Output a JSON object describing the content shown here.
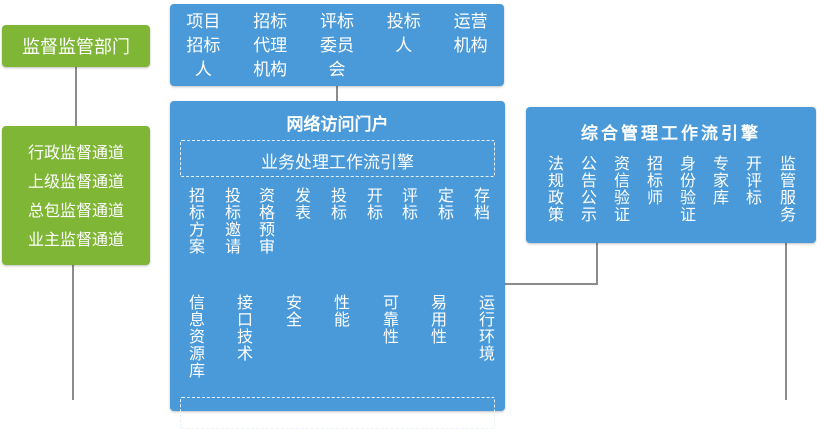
{
  "supervision": {
    "title": "监督监管部门",
    "channels": [
      "行政监督通道",
      "上级监督通道",
      "总包监督通道",
      "业主监督通道"
    ]
  },
  "participants": [
    "项目招标人",
    "招标代理机构",
    "评标委员会",
    "投标人",
    "运营机构"
  ],
  "portal": {
    "title": "网络访问门户",
    "workflow_engine": "业务处理工作流引擎",
    "business_items": [
      "招标方案",
      "投标邀请",
      "资格预审",
      "发表",
      "投标",
      "开标",
      "评标",
      "定标",
      "存档"
    ],
    "support_items": [
      "信息资源库",
      "接口技术",
      "安全",
      "性能",
      "可靠性",
      "易用性",
      "运行环境"
    ]
  },
  "management": {
    "title": "综合管理工作流引擎",
    "items": [
      "法规政策",
      "公告公示",
      "资信验证",
      "招标师",
      "身份验证",
      "专家库",
      "开评标",
      "监管服务"
    ]
  },
  "colors": {
    "green": "#7fb636",
    "blue": "#4a9ad9",
    "connector": "#8c8c8c"
  }
}
